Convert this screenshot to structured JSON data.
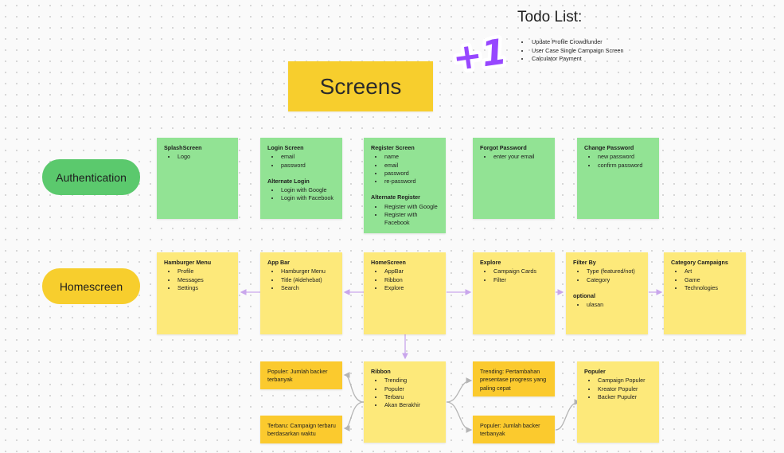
{
  "todo": {
    "title": "Todo List:",
    "items": [
      "Update Profile Crowdfunder",
      "User Case Single Campaign Screen",
      "Calculator Payment"
    ]
  },
  "sticker": {
    "text": "+1",
    "color": "#9747ff"
  },
  "screens_title": "Screens",
  "groups": {
    "authentication": "Authentication",
    "homescreen": "Homescreen"
  },
  "auth": {
    "splash": {
      "title": "SplashScreen",
      "items": [
        "Logo"
      ]
    },
    "login": {
      "title": "Login Screen",
      "items": [
        "email",
        "password"
      ],
      "alt_title": "Alternate Login",
      "alt_items": [
        "Login with Google",
        "Login with Facebook"
      ]
    },
    "register": {
      "title": "Register Screen",
      "items": [
        "name",
        "email",
        "password",
        "re-password"
      ],
      "alt_title": "Alternate Register",
      "alt_items": [
        "Register with Google",
        "Register with Facebook"
      ]
    },
    "forgot": {
      "title": "Forgot Password",
      "items": [
        "enter your email"
      ]
    },
    "change": {
      "title": "Change Password",
      "items": [
        "new password",
        "confirm password"
      ]
    }
  },
  "home": {
    "hamburger": {
      "title": "Hamburger Menu",
      "items": [
        "Profile",
        "Messages",
        "Settings"
      ]
    },
    "appbar": {
      "title": "App Bar",
      "items": [
        "Hamburger Menu",
        "Title (#idehebat)",
        "Search"
      ]
    },
    "homescreen": {
      "title": "HomeScreen",
      "items": [
        "AppBar",
        "Ribbon",
        "Explore"
      ]
    },
    "explore": {
      "title": "Explore",
      "items": [
        "Campaign Cards",
        "Filter"
      ]
    },
    "filter": {
      "title": "Filter By",
      "items": [
        "Type (featured/not)",
        "Category"
      ],
      "opt_title": "optional",
      "opt_items": [
        "ulasan"
      ]
    },
    "category": {
      "title": "Category Campaigns",
      "items": [
        "Art",
        "Game",
        "Technologies"
      ]
    }
  },
  "ribbon": {
    "main": {
      "title": "Ribbon",
      "items": [
        "Trending",
        "Populer",
        "Terbaru",
        "Akan Berakhir"
      ]
    },
    "populer_left": "Populer: Jumlah backer terbanyak",
    "terbaru": "Terbaru: Campaign terbaru berdasarkan waktu",
    "trending": "Trending: Pertambahan presentase progress yang paling cepat",
    "populer_right": "Populer: Jumlah backer terbanyak",
    "populer_card": {
      "title": "Populer",
      "items": [
        "Campaign Populer",
        "Kreator Populer",
        "Backer Pupuler"
      ]
    }
  },
  "colors": {
    "green_note": "#92e394",
    "yellow_note": "#fde97a",
    "orange_note": "#fbca2e",
    "connector": "#c9a6ec",
    "connector_gray": "#b5b5b5"
  }
}
